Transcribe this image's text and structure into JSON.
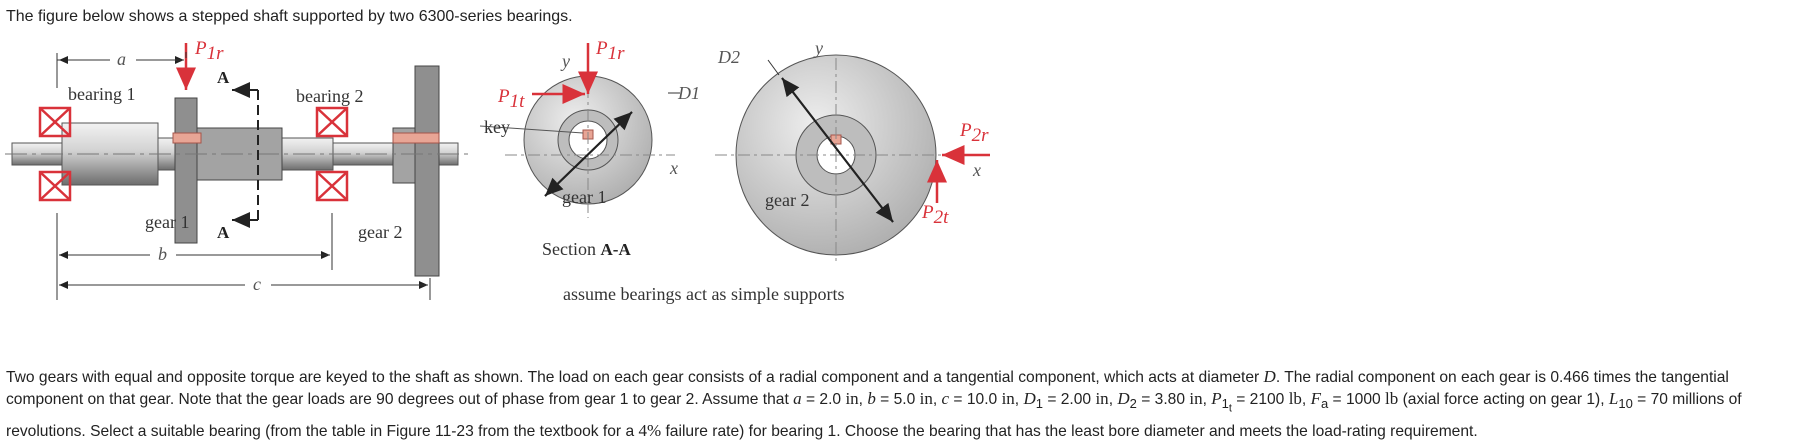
{
  "intro": "The figure below shows a stepped shaft supported by two 6300-series bearings.",
  "figure": {
    "dim_a": "a",
    "dim_b": "b",
    "dim_c": "c",
    "bearing1": "bearing 1",
    "bearing2": "bearing 2",
    "gear1": "gear 1",
    "gear2": "gear 2",
    "section_A": "A",
    "P": "P",
    "sub1r": "1r",
    "sub1t": "1t",
    "sub2r": "2r",
    "sub2t": "2t",
    "y": "y",
    "x": "x",
    "D1": "D1",
    "D2": "D2",
    "key": "key",
    "section_prefix": "Section ",
    "section_name": "A-A",
    "note": "assume bearings act as simple supports"
  },
  "problem": {
    "s1": "Two gears with equal and opposite torque are keyed to the shaft as shown. The load on each gear consists of a radial component and a tangential component, which acts at diameter ",
    "D": "D",
    "s2": ". The radial component on each gear is 0.466 times the tangential component on that gear. Note that the gear loads are 90 degrees out of phase from gear 1 to gear 2. Assume that ",
    "a_sym": "a",
    "a_val": " = 2.0 ",
    "in1": "in",
    "b_sym": "b",
    "b_val": " = 5.0 ",
    "in2": "in",
    "c_sym": "c",
    "c_val": " = 10.0 ",
    "in3": "in",
    "D1_sym": "D",
    "D1_sub": "1",
    "D1_val": " = 2.00 ",
    "in4": "in",
    "D2_sym": "D",
    "D2_sub": "2",
    "D2_val": " = 3.80 ",
    "in5": "in",
    "P1t_sym": "P",
    "P1t_sub": "1",
    "P1t_subsub": "t",
    "P1t_val": " = 2100 ",
    "lb1": "lb",
    "Fa_sym": "F",
    "Fa_sub": "a",
    "Fa_val": " = 1000 ",
    "lb2": "lb",
    "Fa_note": " (axial force acting on gear 1), ",
    "L10_sym": "L",
    "L10_sub": "10",
    "s3": " = 70 millions of revolutions. Select a suitable bearing (from the table in Figure 11-23 from the textbook for a ",
    "pct": "4%",
    "s4": " failure rate) for bearing 1. Choose the bearing that has the least bore diameter and meets the load-rating requirement."
  },
  "colors": {
    "red": "#d9323a",
    "pink": "#e8a595",
    "gray": "#9a9a9a"
  }
}
